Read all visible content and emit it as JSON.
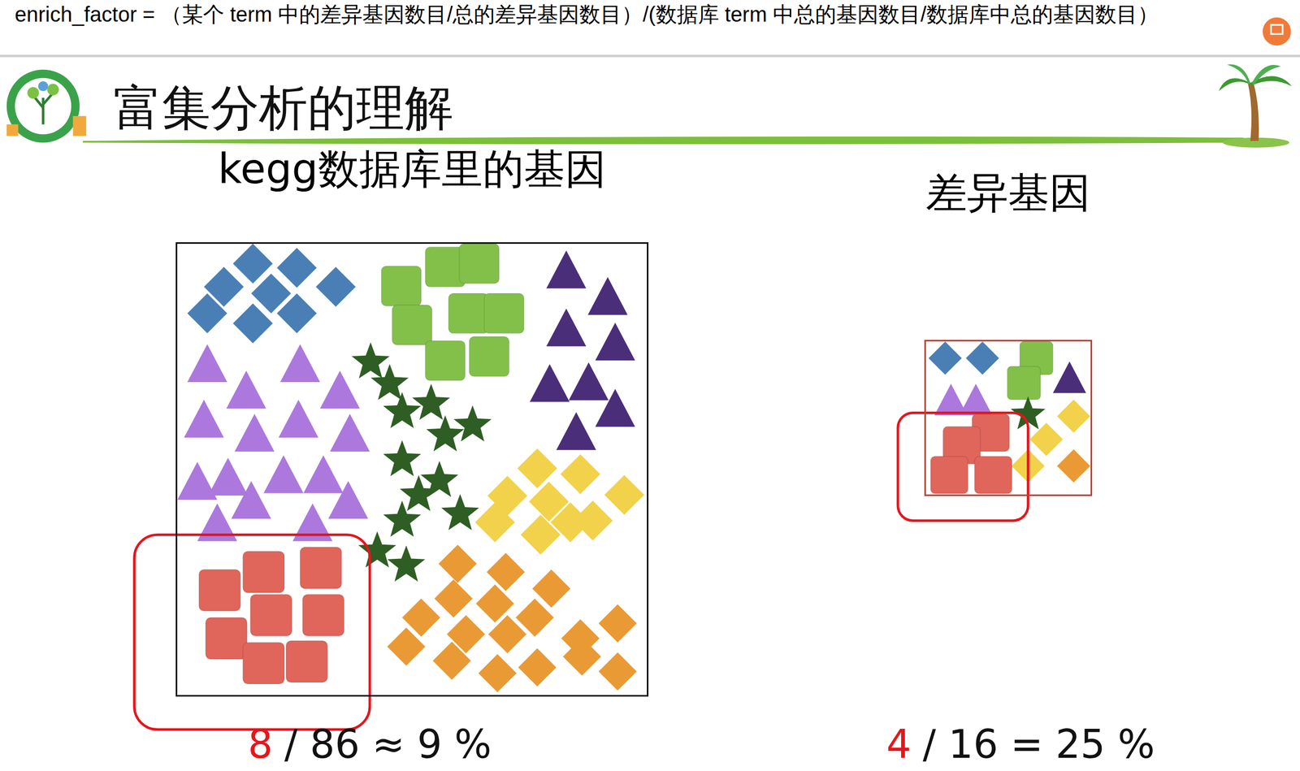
{
  "diagram": {
    "title": "富集分析的理解",
    "nodes": [
      {
        "text": [
          "kegg数据库里的基因"
        ]
      },
      {
        "text": [
          "差异基因"
        ]
      }
    ],
    "labels": [
      "enrich_factor = （某个 term 中的差异基因数目/总的差异基因数目）/(数据库 term 中总的基因数目/数据库中总的基因数目）",
      "8",
      "/ 86 ≈ 9 %",
      "4",
      "/ 16 = 25 %"
    ]
  }
}
